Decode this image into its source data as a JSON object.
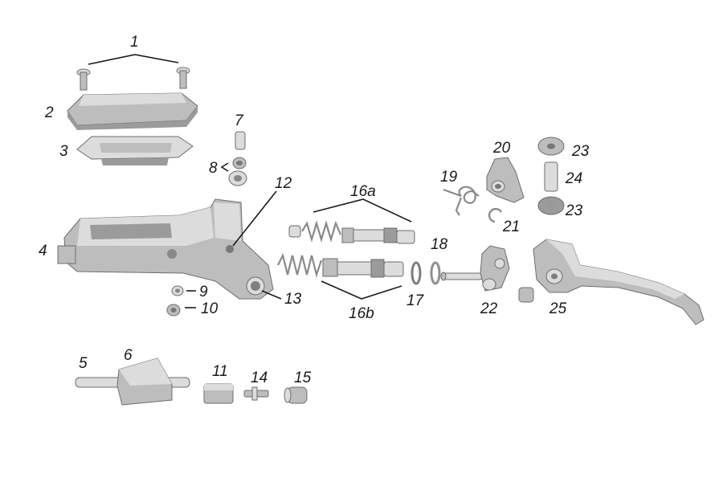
{
  "diagram": {
    "callouts": {
      "c1": "1",
      "c2": "2",
      "c3": "3",
      "c4": "4",
      "c5": "5",
      "c6": "6",
      "c7": "7",
      "c8": "8",
      "c9": "9",
      "c10": "10",
      "c11": "11",
      "c12": "12",
      "c13": "13",
      "c14": "14",
      "c15": "15",
      "c16a": "16a",
      "c16b": "16b",
      "c17": "17",
      "c18": "18",
      "c19": "19",
      "c20": "20",
      "c21": "21",
      "c22": "22",
      "c23a": "23",
      "c23b": "23",
      "c24": "24",
      "c25": "25"
    },
    "colors": {
      "part_light": "#dcdcdc",
      "part_mid": "#bdbdbd",
      "part_dark": "#9b9b9b",
      "text": "#1a1a1a"
    }
  }
}
